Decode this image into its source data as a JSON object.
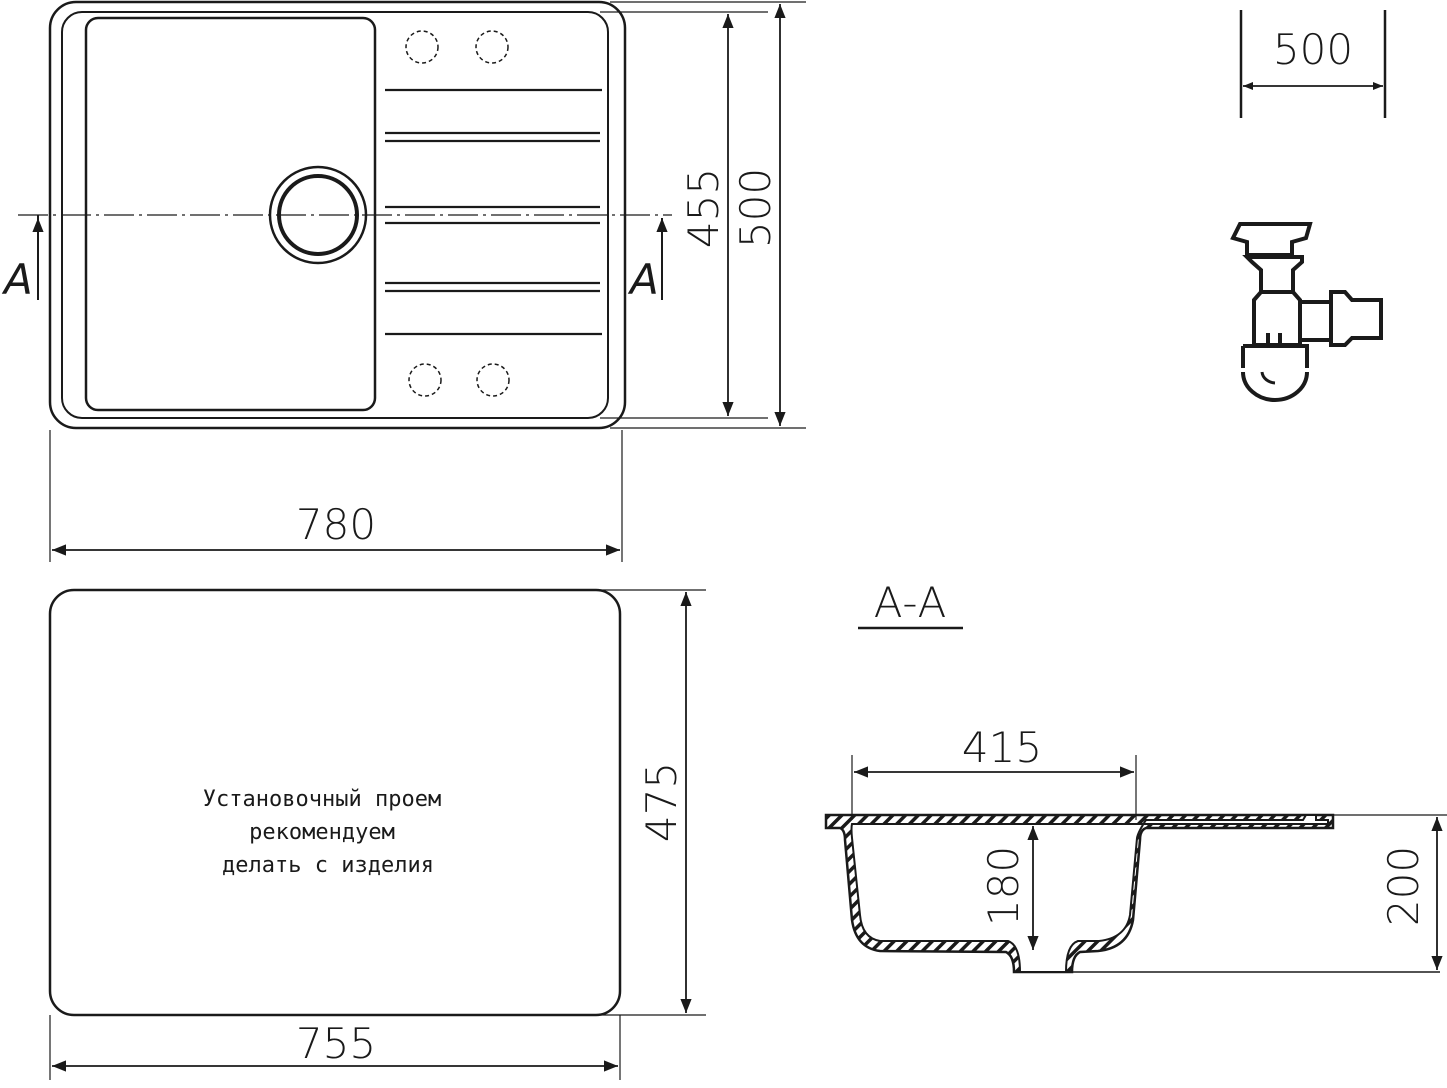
{
  "drawing": {
    "top_view": {
      "section_marker_left": "A",
      "section_marker_right": "A",
      "dim_inner_depth": "455",
      "dim_outer_depth": "500",
      "dim_width": "780"
    },
    "cutout": {
      "note_lines": [
        "Установочный проем",
        "рекомендуем",
        "делать с изделия"
      ],
      "dim_depth": "475",
      "dim_width": "755"
    },
    "cabinet_icon": {
      "label": "500"
    },
    "siphon_icon": {
      "icon": "siphon-icon"
    },
    "section": {
      "title": "А-А",
      "dim_bowl_width": "415",
      "dim_bowl_depth": "180",
      "dim_total_height": "200"
    },
    "colors": {
      "line": "#1a1a1a",
      "background": "#ffffff"
    }
  }
}
